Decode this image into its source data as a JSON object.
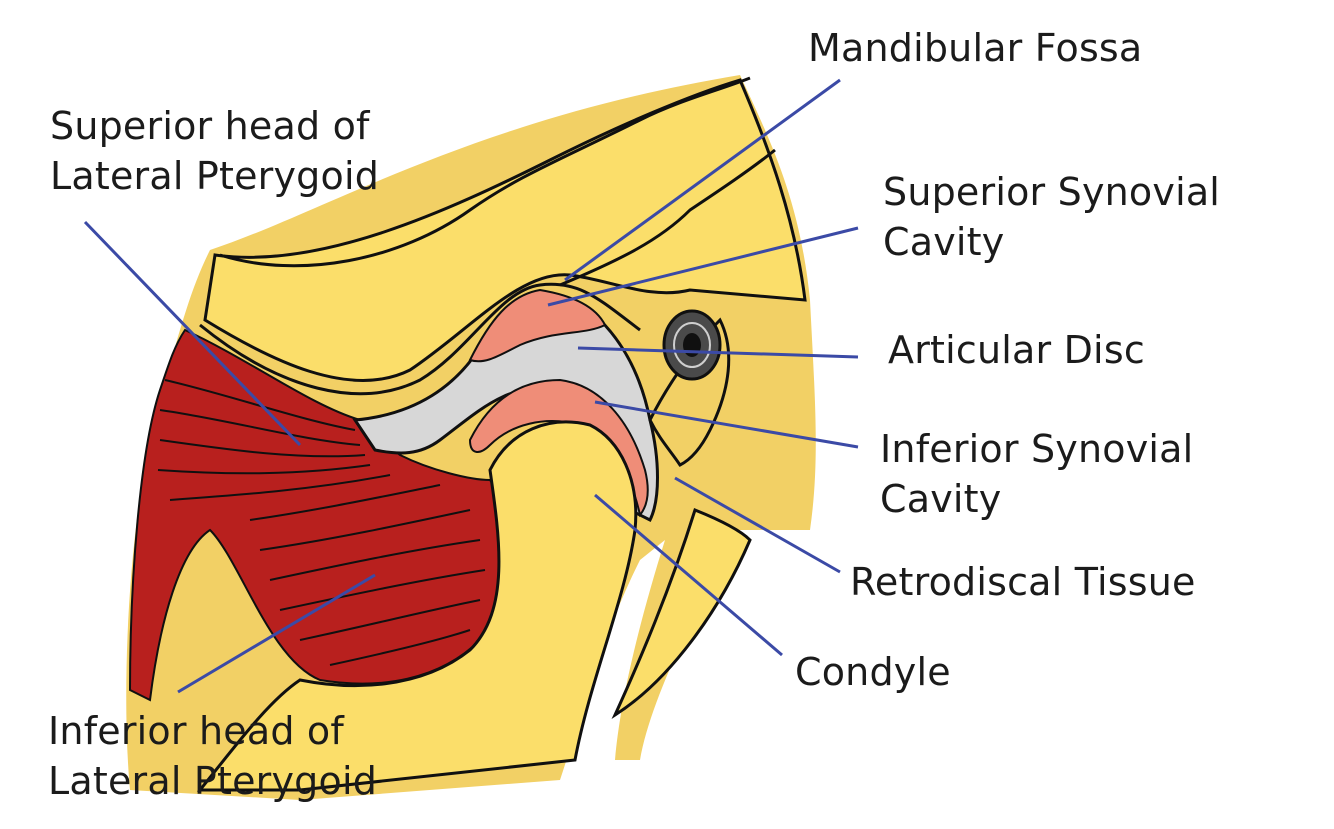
{
  "colors": {
    "background": "#ffffff",
    "bone_yellow": "#fbde6a",
    "tissue_yellow": "#f2d065",
    "muscle_red": "#b8201e",
    "disc_grey": "#d7d7d7",
    "synovial_pink": "#ef8d78",
    "outline": "#101010",
    "leader_line": "#3b4aa6"
  },
  "labels": {
    "mandibular_fossa": "Mandibular Fossa",
    "superior_head_line1": "Superior head of",
    "superior_head_line2": "Lateral Pterygoid",
    "superior_synovial_line1": "Superior Synovial",
    "superior_synovial_line2": "Cavity",
    "articular_disc": "Articular Disc",
    "inferior_synovial_line1": "Inferior Synovial",
    "inferior_synovial_line2": "Cavity",
    "retrodiscal_tissue": "Retrodiscal Tissue",
    "condyle": "Condyle",
    "inferior_head_line1": "Inferior head of",
    "inferior_head_line2": "Lateral Pterygoid"
  },
  "structures": {
    "temporal_bone": "temporal-bone",
    "mandible_condyle": "condyle",
    "lateral_pterygoid_muscle": "lateral-pterygoid-muscle",
    "articular_disc": "articular-disc",
    "synovial_cavities": "synovial-cavities",
    "retrodiscal_tissue": "retrodiscal-tissue",
    "ear_canal": "external-auditory-meatus",
    "styloid_process": "styloid-process"
  }
}
